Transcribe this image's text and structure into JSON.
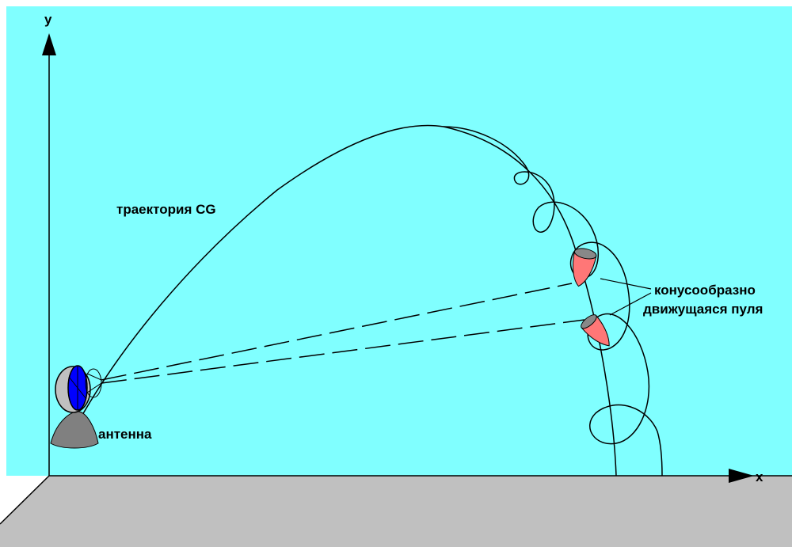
{
  "colors": {
    "background": "#ffffff",
    "sky": "#80ffff",
    "ground": "#c0c0c0",
    "line": "#000000",
    "bullet": "#ff7777",
    "bullet_base": "#888888",
    "antenna_dish": "#0000ff",
    "antenna_body": "#c0c0c0",
    "antenna_base": "#808080"
  },
  "icons": {
    "antenna": "radar-antenna-icon",
    "bullet": "bullet-icon"
  },
  "axes": {
    "y_label": "y",
    "x_label": "x"
  },
  "labels": {
    "trajectory": "траектория CG",
    "antenna": "антенна",
    "bullet_line1": "конусообразно",
    "bullet_line2": "движущаяся пуля"
  }
}
